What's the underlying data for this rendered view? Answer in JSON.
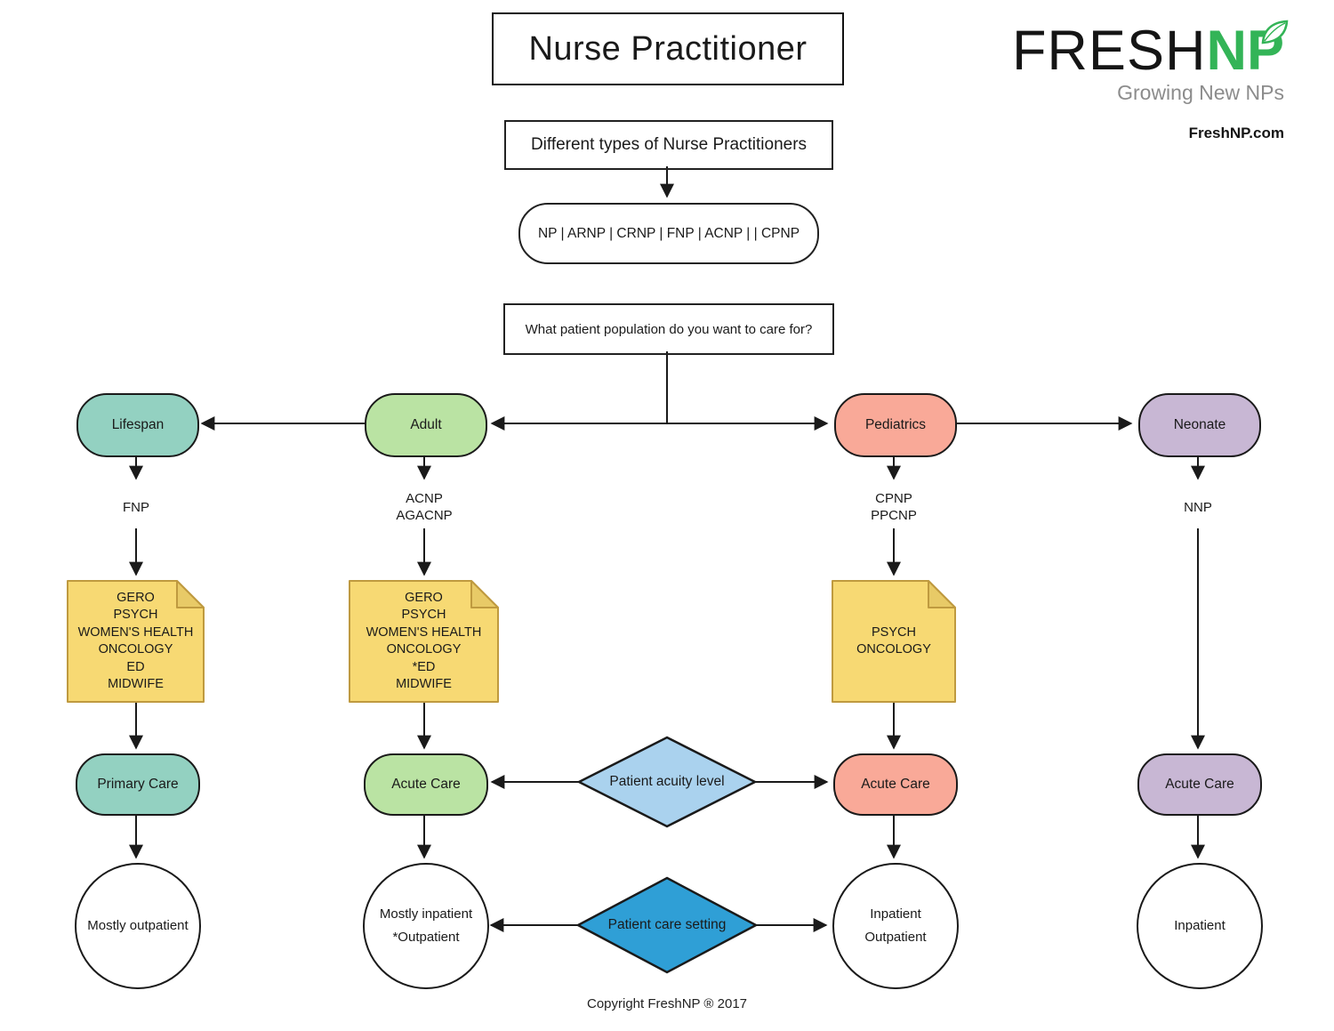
{
  "title": "Nurse Practitioner",
  "logo": {
    "brand_black": "FRESH",
    "brand_green": "NP",
    "tagline": "Growing New NPs",
    "website": "FreshNP.com"
  },
  "subtitle": "Different types of Nurse Practitioners",
  "np_types": "NP | ARNP | CRNP | FNP | ACNP | | CPNP",
  "question": "What patient population do you want to care for?",
  "columns": [
    {
      "population": "Lifespan",
      "credentials": [
        "FNP"
      ],
      "specialties": [
        "GERO",
        "PSYCH",
        "WOMEN'S HEALTH",
        "ONCOLOGY",
        "ED",
        "MIDWIFE"
      ],
      "care_type": "Primary Care",
      "setting": [
        "Mostly outpatient"
      ]
    },
    {
      "population": "Adult",
      "credentials": [
        "ACNP",
        "AGACNP"
      ],
      "specialties": [
        "GERO",
        "PSYCH",
        "WOMEN'S HEALTH",
        "ONCOLOGY",
        "*ED",
        "MIDWIFE"
      ],
      "care_type": "Acute Care",
      "setting": [
        "Mostly inpatient",
        "*Outpatient"
      ]
    },
    {
      "population": "Pediatrics",
      "credentials": [
        "CPNP",
        "PPCNP"
      ],
      "specialties": [
        "PSYCH",
        "ONCOLOGY"
      ],
      "care_type": "Acute Care",
      "setting": [
        "Inpatient",
        "Outpatient"
      ]
    },
    {
      "population": "Neonate",
      "credentials": [
        "NNP"
      ],
      "specialties": [],
      "care_type": "Acute Care",
      "setting": [
        "Inpatient"
      ]
    }
  ],
  "decisions": {
    "acuity": "Patient acuity level",
    "setting": "Patient care setting"
  },
  "colors": {
    "teal": "#93d1c1",
    "green": "#bae3a3",
    "salmon": "#f9a998",
    "purple": "#c8b7d4",
    "note_yellow": "#f7d973",
    "note_fold": "#e8ca67",
    "note_border": "#bf9a3f",
    "diamond_light_blue": "#aad2ee",
    "diamond_blue": "#2f9fd6",
    "logo_green": "#33b457"
  },
  "copyright": "Copyright FreshNP ® 2017"
}
